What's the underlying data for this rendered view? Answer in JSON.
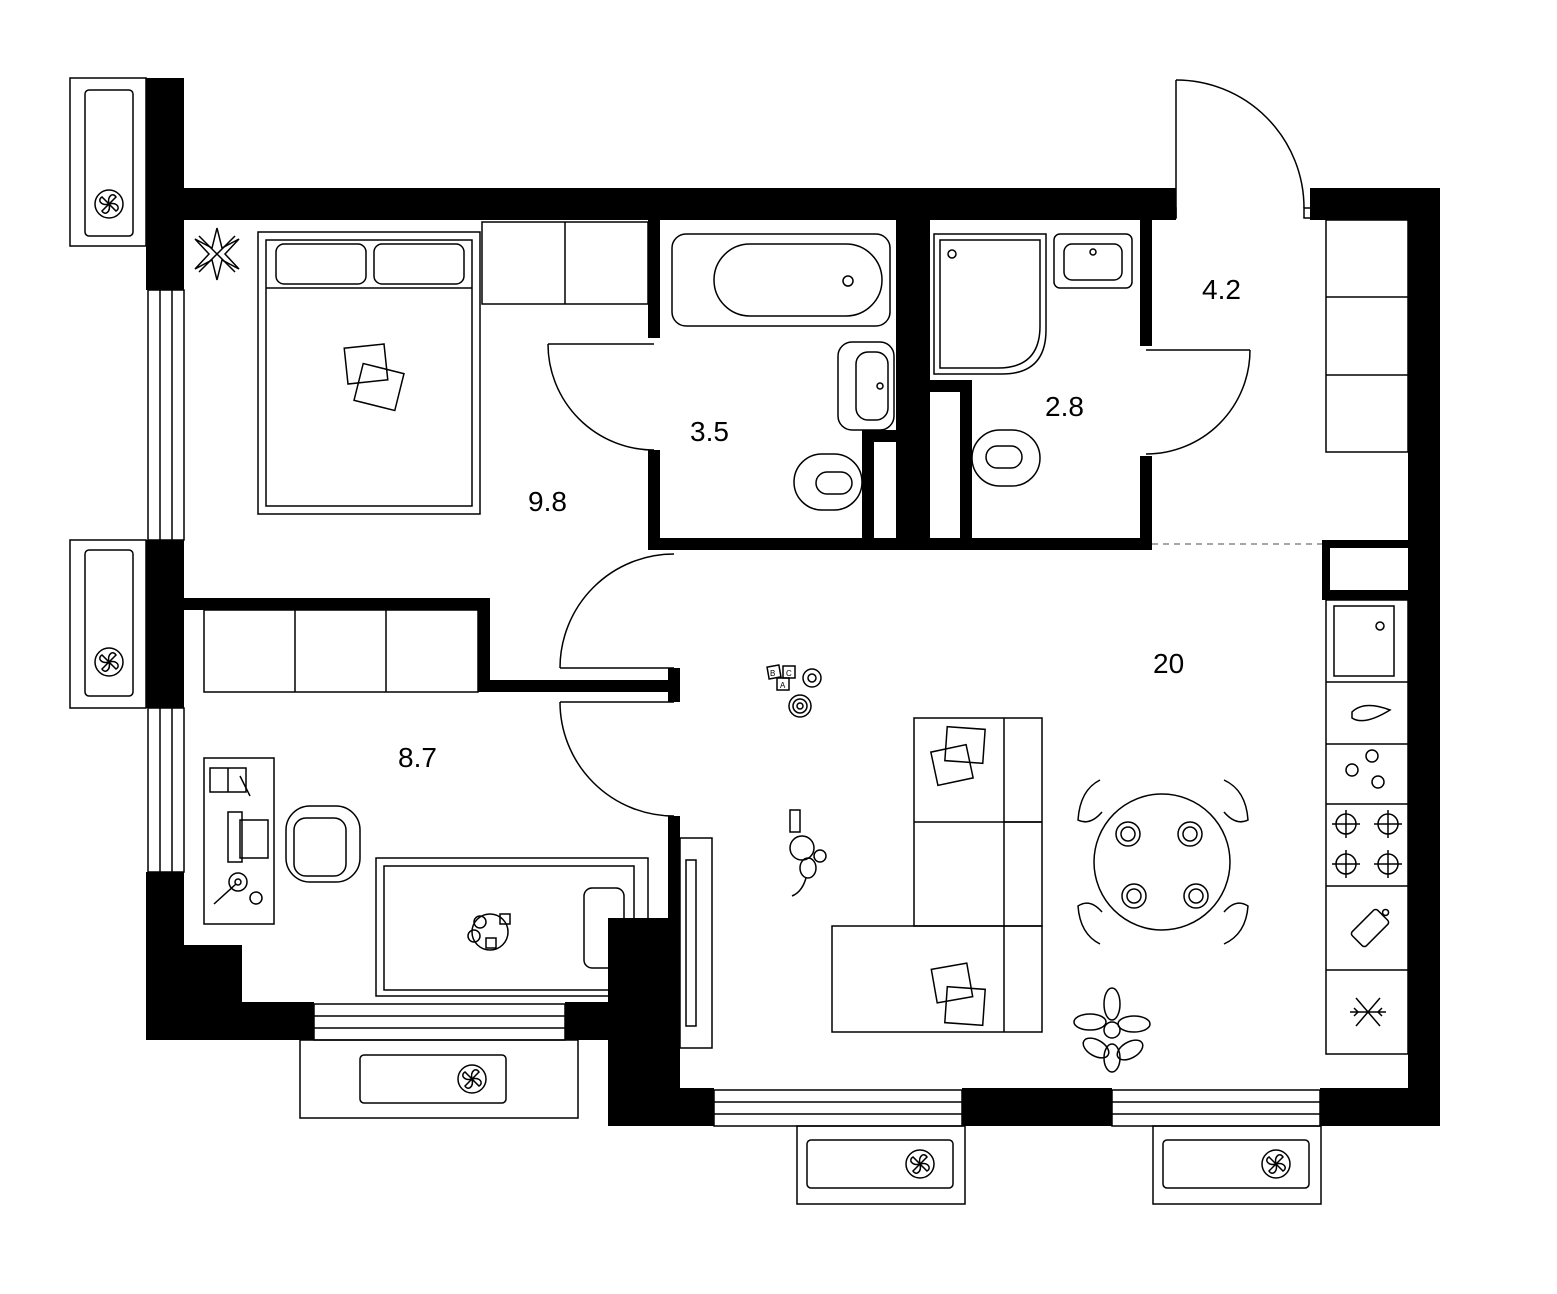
{
  "floorplan": {
    "rooms": [
      {
        "id": "bedroom",
        "area": "9.8"
      },
      {
        "id": "bathroom",
        "area": "3.5"
      },
      {
        "id": "shower-room",
        "area": "2.8"
      },
      {
        "id": "hallway",
        "area": "4.2"
      },
      {
        "id": "kids-room",
        "area": "8.7"
      },
      {
        "id": "living-kitchen",
        "area": "20"
      }
    ],
    "toy_blocks": [
      "B",
      "C",
      "A"
    ],
    "colors": {
      "wall": "#000000",
      "line": "#000000",
      "background": "#ffffff",
      "corridor_line": "#888888"
    },
    "icons": [
      "fan-icon",
      "plant-icon",
      "snowflake-icon",
      "hob-burner-icon",
      "sink-icon"
    ]
  }
}
